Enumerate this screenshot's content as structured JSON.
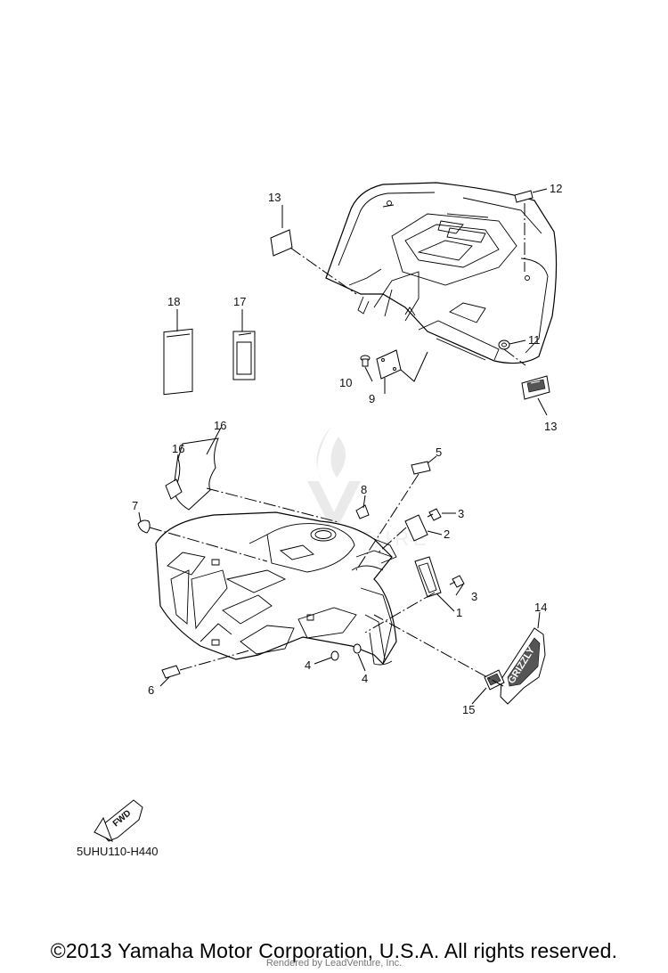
{
  "diagram": {
    "callouts": [
      {
        "id": "callout-1",
        "label": "1"
      },
      {
        "id": "callout-2",
        "label": "2"
      },
      {
        "id": "callout-3a",
        "label": "3"
      },
      {
        "id": "callout-3b",
        "label": "3"
      },
      {
        "id": "callout-4a",
        "label": "4"
      },
      {
        "id": "callout-4b",
        "label": "4"
      },
      {
        "id": "callout-5",
        "label": "5"
      },
      {
        "id": "callout-6",
        "label": "6"
      },
      {
        "id": "callout-7",
        "label": "7"
      },
      {
        "id": "callout-8",
        "label": "8"
      },
      {
        "id": "callout-9",
        "label": "9"
      },
      {
        "id": "callout-10",
        "label": "10"
      },
      {
        "id": "callout-11",
        "label": "11"
      },
      {
        "id": "callout-12",
        "label": "12"
      },
      {
        "id": "callout-13a",
        "label": "13"
      },
      {
        "id": "callout-13b",
        "label": "13"
      },
      {
        "id": "callout-14",
        "label": "14"
      },
      {
        "id": "callout-15",
        "label": "15"
      },
      {
        "id": "callout-16a",
        "label": "16"
      },
      {
        "id": "callout-16b",
        "label": "16"
      },
      {
        "id": "callout-17",
        "label": "17"
      },
      {
        "id": "callout-18",
        "label": "18"
      }
    ],
    "fwd_label": "FWD",
    "decal_text": "GRIZZLY",
    "watermark_text": "LEADVENTURE",
    "diagram_code": "5UHU110-H440"
  },
  "footer": {
    "copyright": "©2013 Yamaha Motor Corporation, U.S.A. All rights reserved.",
    "rendered_by": "Rendered by LeadVenture, Inc."
  }
}
